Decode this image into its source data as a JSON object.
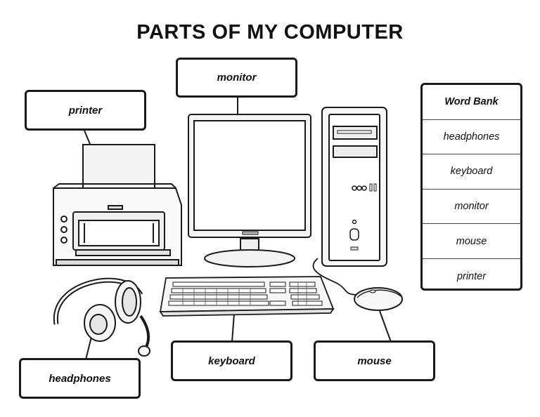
{
  "title": "PARTS OF MY COMPUTER",
  "labels": {
    "printer": "printer",
    "monitor": "monitor",
    "keyboard": "keyboard",
    "mouse": "mouse",
    "headphones": "headphones"
  },
  "word_bank": {
    "heading": "Word Bank",
    "items": [
      "headphones",
      "keyboard",
      "monitor",
      "mouse",
      "printer"
    ]
  },
  "icons": [
    "printer-icon",
    "monitor-icon",
    "tower-icon",
    "keyboard-icon",
    "mouse-icon",
    "headphones-icon"
  ]
}
